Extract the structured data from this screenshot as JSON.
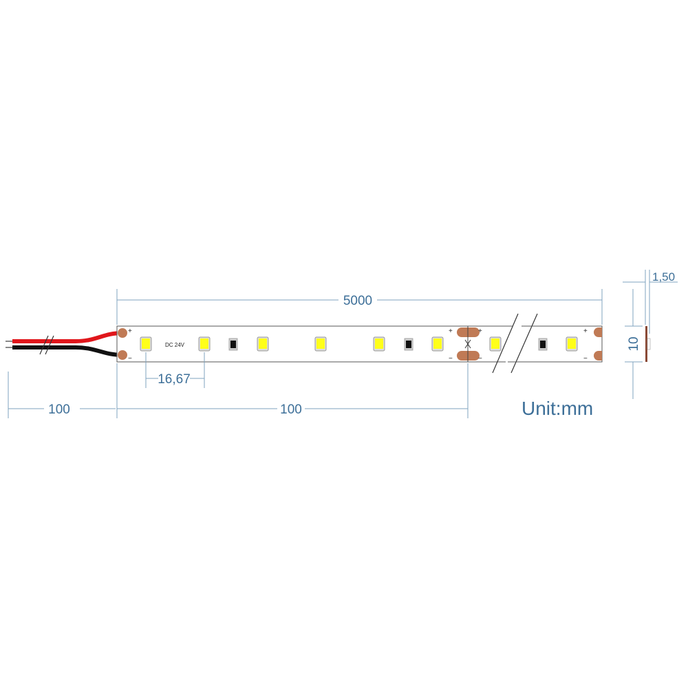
{
  "diagram": {
    "strip_label": "DC 24V",
    "unit_label": "Unit:mm",
    "dimensions": {
      "total_length": "5000",
      "wire_length": "100",
      "cut_segment_length": "100",
      "led_pitch": "16,67",
      "width": "10",
      "thickness": "1,50"
    },
    "polarity": {
      "plus": "+",
      "minus": "−"
    },
    "colors": {
      "dimension_line": "#7fa3bf",
      "dimension_text": "#3d6f98",
      "led": "#ffff1a",
      "copper_pad": "#c07a55",
      "wire_positive": "#e0161b",
      "wire_negative": "#111111"
    }
  }
}
